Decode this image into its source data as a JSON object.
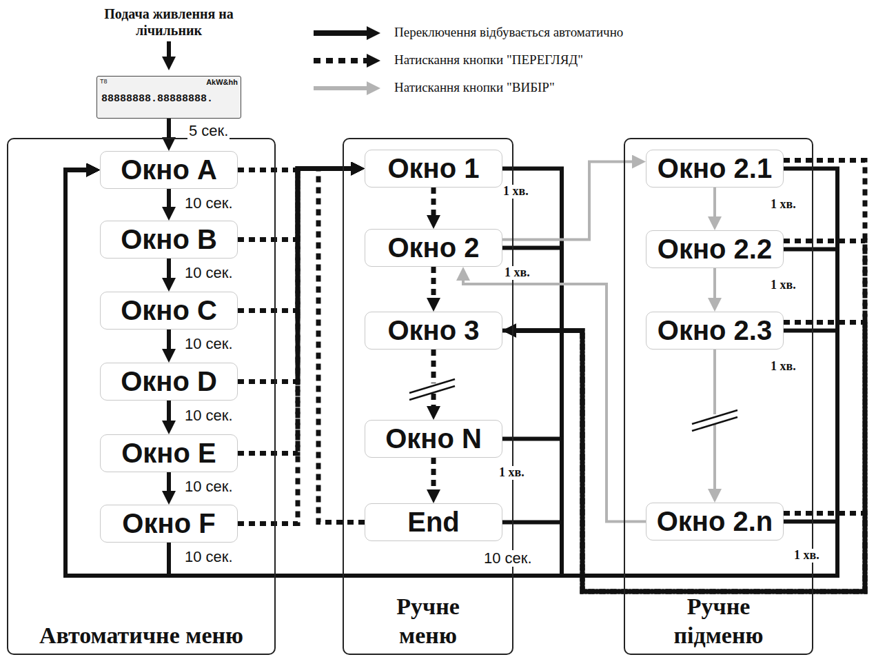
{
  "diagram": {
    "nodes": [
      {
        "text": [
          "T8",
          "AkW&hh",
          "88888888.88888888."
        ]
      },
      {
        "text": [
          "Автоматичне меню"
        ]
      },
      {
        "text": [
          "Окно A"
        ],
        "in": 1
      },
      {
        "text": [
          "Окно B"
        ],
        "in": 1
      },
      {
        "text": [
          "Окно C"
        ],
        "in": 1
      },
      {
        "text": [
          "Окно D"
        ],
        "in": 1
      },
      {
        "text": [
          "Окно E"
        ],
        "in": 1
      },
      {
        "text": [
          "Окно F"
        ],
        "in": 1
      },
      {
        "text": [
          "Ручне меню"
        ]
      },
      {
        "text": [
          "Окно 1"
        ],
        "in": 8
      },
      {
        "text": [
          "Окно 2"
        ],
        "in": 8
      },
      {
        "text": [
          "Окно 3"
        ],
        "in": 8
      },
      {
        "text": [
          "Окно N"
        ],
        "in": 8
      },
      {
        "text": [
          "End"
        ],
        "in": 8
      },
      {
        "text": [
          "Ручне підменю"
        ]
      },
      {
        "text": [
          "Окно 2.1"
        ],
        "in": 14
      },
      {
        "text": [
          "Окно 2.2"
        ],
        "in": 14
      },
      {
        "text": [
          "Окно 2.3"
        ],
        "in": 14
      },
      {
        "text": [
          "Окно 2.n"
        ],
        "in": 14
      }
    ],
    "edges": [
      {
        "from": 0,
        "to": 2,
        "arrow": "to",
        "label": "5 сек."
      },
      {
        "from": 2,
        "to": 3,
        "arrow": "to",
        "label": "10 сек."
      },
      {
        "from": 3,
        "to": 4,
        "arrow": "to",
        "label": "10 сек."
      },
      {
        "from": 4,
        "to": 5,
        "arrow": "to",
        "label": "10 сек."
      },
      {
        "from": 5,
        "to": 6,
        "arrow": "to",
        "label": "10 сек."
      },
      {
        "from": 6,
        "to": 7,
        "arrow": "to",
        "label": "10 сек."
      },
      {
        "from": 7,
        "to": 2,
        "arrow": "to",
        "label": "10 сек."
      },
      {
        "from": 2,
        "to": 9,
        "arrow": "to"
      },
      {
        "from": 3,
        "to": 9,
        "arrow": "to"
      },
      {
        "from": 4,
        "to": 9,
        "arrow": "to"
      },
      {
        "from": 5,
        "to": 9,
        "arrow": "to"
      },
      {
        "from": 6,
        "to": 9,
        "arrow": "to"
      },
      {
        "from": 7,
        "to": 9,
        "arrow": "to"
      },
      {
        "from": 9,
        "to": 10,
        "arrow": "to"
      },
      {
        "from": 10,
        "to": 11,
        "arrow": "to"
      },
      {
        "from": 11,
        "to": 12,
        "arrow": "to"
      },
      {
        "from": 12,
        "to": 13,
        "arrow": "to"
      },
      {
        "from": 13,
        "to": 9,
        "arrow": "to"
      },
      {
        "from": 9,
        "to": 2,
        "arrow": "to",
        "label": "1 хв."
      },
      {
        "from": 10,
        "to": 2,
        "arrow": "to",
        "label": "1 хв."
      },
      {
        "from": 11,
        "to": 2,
        "arrow": "to"
      },
      {
        "from": 12,
        "to": 2,
        "arrow": "to",
        "label": "1 хв."
      },
      {
        "from": 13,
        "to": 2,
        "arrow": "to",
        "label": "10 сек."
      },
      {
        "from": 10,
        "to": 15,
        "arrow": "to"
      },
      {
        "from": 15,
        "to": 16,
        "arrow": "to"
      },
      {
        "from": 16,
        "to": 17,
        "arrow": "to"
      },
      {
        "from": 17,
        "to": 18,
        "arrow": "to"
      },
      {
        "from": 18,
        "to": 10,
        "arrow": "to"
      },
      {
        "from": 15,
        "to": 2,
        "arrow": "to",
        "label": "1 хв."
      },
      {
        "from": 16,
        "to": 2,
        "arrow": "to",
        "label": "1 хв."
      },
      {
        "from": 17,
        "to": 2,
        "arrow": "to",
        "label": "1 хв."
      },
      {
        "from": 18,
        "to": 2,
        "arrow": "to",
        "label": "1 хв."
      },
      {
        "from": 15,
        "to": 11,
        "arrow": "to"
      },
      {
        "from": 16,
        "to": 11,
        "arrow": "to"
      },
      {
        "from": 17,
        "to": 11,
        "arrow": "to"
      },
      {
        "from": 18,
        "to": 11,
        "arrow": "to"
      }
    ],
    "labels": [
      "Подача живлення на лічильник"
    ],
    "legend": [
      {
        "text": "Переключення відбувається автоматично"
      },
      {
        "text": "Натискання кнопки \"ПЕРЕГЛЯД\""
      },
      {
        "text": "Натискання кнопки \"ВИБІР\""
      }
    ]
  }
}
